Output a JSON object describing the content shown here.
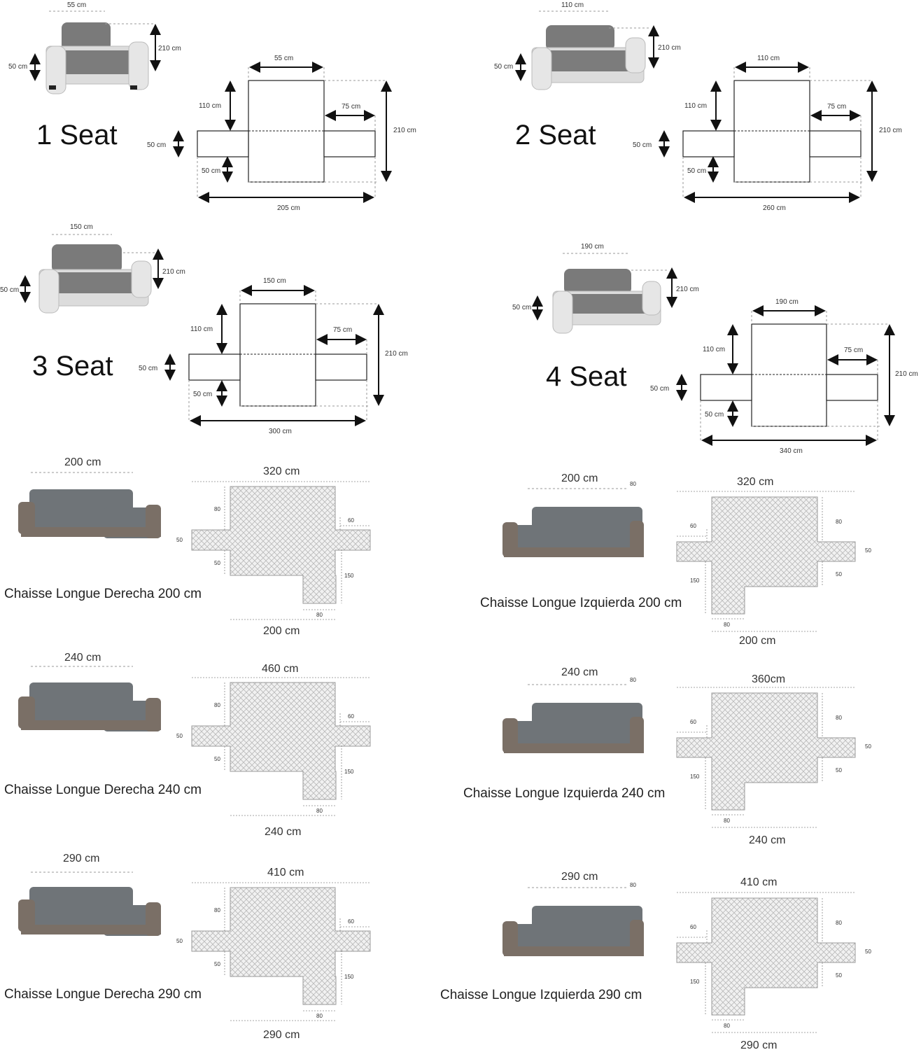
{
  "simple_covers": [
    {
      "title": "1 Seat",
      "sofa": {
        "width": "55 cm",
        "height": "210 cm",
        "side": "50 cm"
      },
      "pattern": {
        "top": "55 cm",
        "left_height": "110 cm",
        "arm": "75 cm",
        "total_height": "210 cm",
        "side": "50 cm",
        "bottom": "50 cm",
        "total_width": "205 cm"
      }
    },
    {
      "title": "2 Seat",
      "sofa": {
        "width": "110 cm",
        "height": "210 cm",
        "side": "50 cm"
      },
      "pattern": {
        "top": "110 cm",
        "left_height": "110 cm",
        "arm": "75 cm",
        "total_height": "210 cm",
        "side": "50 cm",
        "bottom": "50 cm",
        "total_width": "260 cm"
      }
    },
    {
      "title": "3 Seat",
      "sofa": {
        "width": "150 cm",
        "height": "210 cm",
        "side": "50 cm"
      },
      "pattern": {
        "top": "150 cm",
        "left_height": "110 cm",
        "arm": "75 cm",
        "total_height": "210 cm",
        "side": "50 cm",
        "bottom": "50 cm",
        "total_width": "300 cm"
      }
    },
    {
      "title": "4 Seat",
      "sofa": {
        "width": "190 cm",
        "height": "210 cm",
        "side": "50 cm"
      },
      "pattern": {
        "top": "190 cm",
        "left_height": "110 cm",
        "arm": "75 cm",
        "total_height": "210 cm",
        "side": "50 cm",
        "bottom": "50 cm",
        "total_width": "340 cm"
      }
    }
  ],
  "chaise_covers": [
    {
      "caption": "Chaisse Longue Derecha 200 cm",
      "sofa_width": "200 cm",
      "top": "320 cm",
      "bottom": "200 cm",
      "labels": [
        "80",
        "60",
        "50",
        "50",
        "150",
        "80"
      ]
    },
    {
      "caption": "Chaisse Longue Izquierda 200 cm",
      "sofa_width": "200 cm",
      "top": "320 cm",
      "bottom": "200 cm",
      "labels": [
        "80",
        "80",
        "60",
        "50",
        "150",
        "50",
        "80"
      ]
    },
    {
      "caption": "Chaisse Longue Derecha  240 cm",
      "sofa_width": "240 cm",
      "top": "460 cm",
      "bottom": "240 cm",
      "labels": [
        "80",
        "60",
        "50",
        "50",
        "150",
        "80"
      ]
    },
    {
      "caption": "Chaisse Longue Izquierda  240 cm",
      "sofa_width": "240 cm",
      "top": "360cm",
      "bottom": "240 cm",
      "labels": [
        "80",
        "80",
        "60",
        "50",
        "150",
        "50",
        "80"
      ]
    },
    {
      "caption": "Chaisse Longue Derecha  290 cm",
      "sofa_width": "290 cm",
      "top": "410 cm",
      "bottom": "290 cm",
      "labels": [
        "80",
        "60",
        "50",
        "50",
        "150",
        "80"
      ]
    },
    {
      "caption": "Chaisse Longue Izquierda  290 cm",
      "sofa_width": "290 cm",
      "top": "410 cm",
      "bottom": "290 cm",
      "labels": [
        "80",
        "80",
        "60",
        "50",
        "150",
        "50",
        "80"
      ]
    }
  ]
}
